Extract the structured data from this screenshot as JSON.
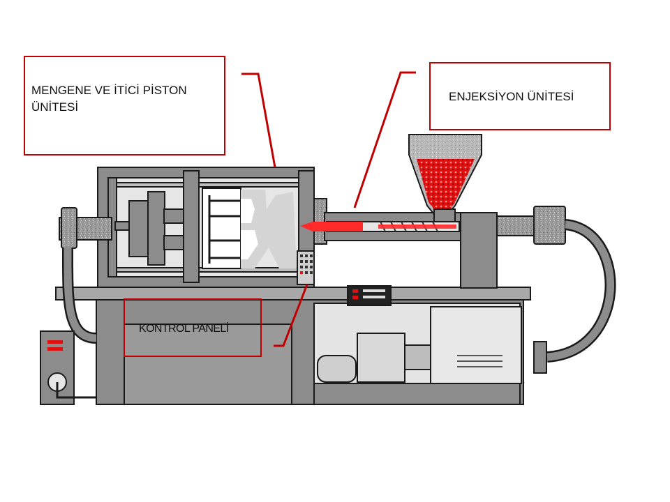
{
  "labels": {
    "clamp_unit": "MENGENE VE İTİCİ PİSTON ÜNİTESİ",
    "injection_unit": "ENJEKSİYON ÜNİTESİ",
    "control_panel": "KONTROL PANELİ"
  },
  "colors": {
    "label_border": "#c00000",
    "plastic": "#ff2a2a",
    "machine_gray": "#8c8c8c",
    "outline": "#1a1a1a"
  }
}
